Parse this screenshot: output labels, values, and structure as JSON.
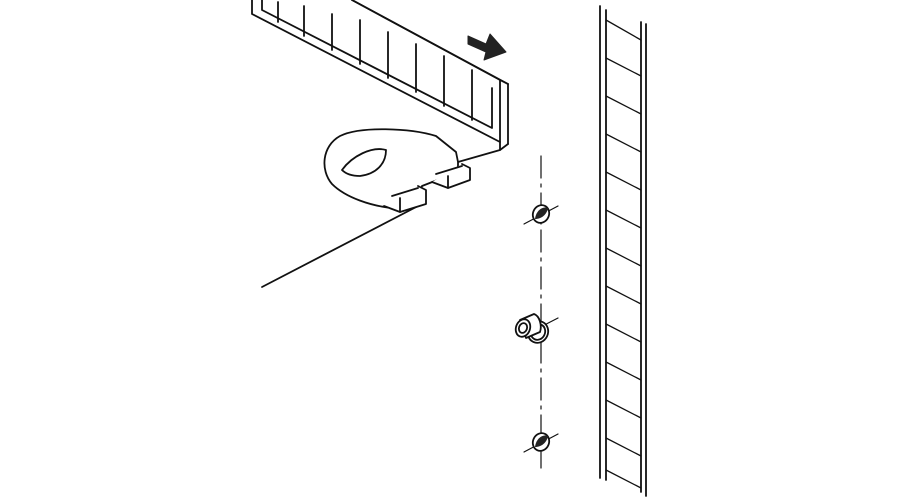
{
  "figure": {
    "background_color": "#ffffff",
    "line_color": "#111111",
    "fill_color": "#ffffff",
    "hole_fill_color": "#222222",
    "arrow_color": "#222222",
    "arrow_direction": "right",
    "parts": [
      "shelf-panel",
      "shelf-support-clip",
      "side-panel",
      "shelf-pin-hole",
      "shelf-pin-sleeve"
    ],
    "pin_hole_count": 3,
    "sleeve_count": 1
  }
}
